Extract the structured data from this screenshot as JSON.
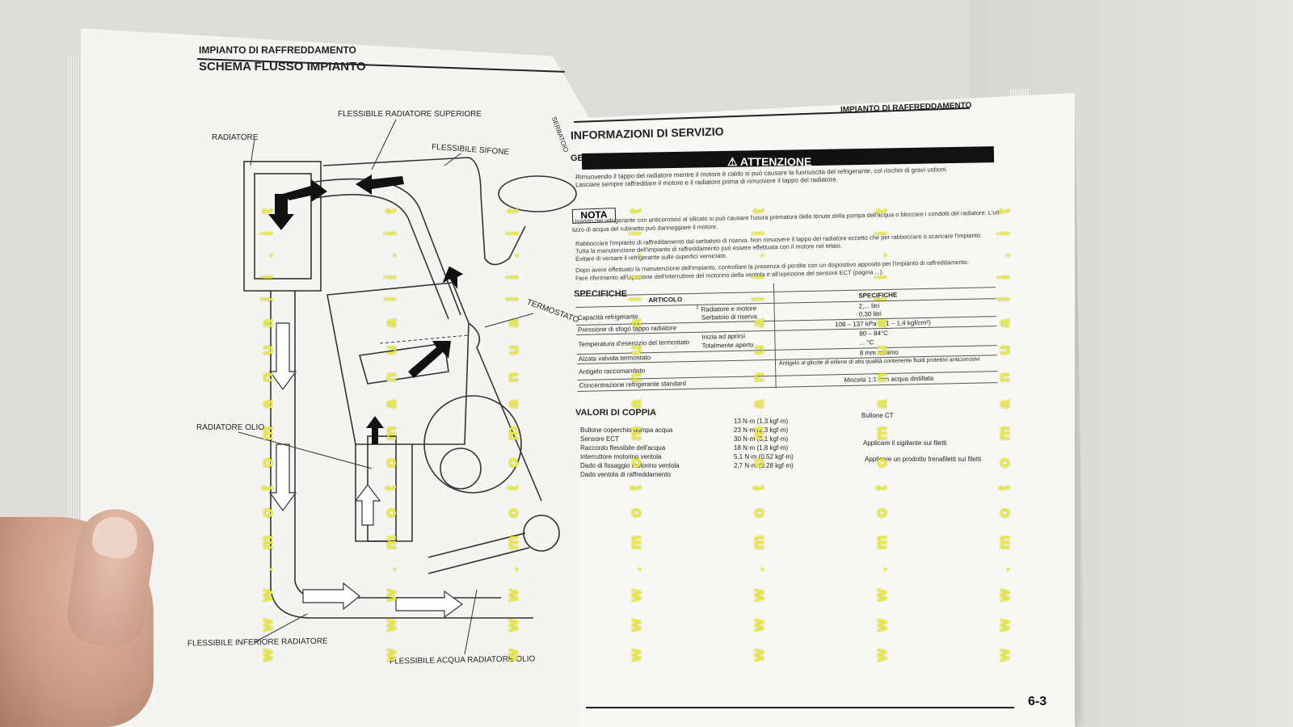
{
  "left_page": {
    "header": "IMPIANTO DI RAFFREDDAMENTO",
    "title": "SCHEMA FLUSSO IMPIANTO",
    "labels": {
      "upper_hose": "FLESSIBILE RADIATORE SUPERIORE",
      "radiator": "RADIATORE",
      "siphon_hose": "FLESSIBILE SIFONE",
      "reserve_tank": "SERBATOIO",
      "thermostat": "TERMOSTATO",
      "oil_radiator": "RADIATORE OLIO",
      "lower_hose": "FLESSIBILE INFERIORE RADIATORE",
      "oil_radiator_hose": "FLESSIBILE ACQUA RADIATORE OLIO"
    }
  },
  "right_page": {
    "header": "IMPIANTO DI RAFFREDDAMENTO",
    "title": "INFORMAZIONI DI SERVIZIO",
    "subtitle": "GENERALI",
    "attention_label": "⚠ ATTENZIONE",
    "attention_lines": [
      "Rimuovendo il tappo del radiatore mentre il motore è caldo si può causare la fuoriuscita del refrigerante, col rischio di gravi ustioni.",
      "Lasciare sempre raffreddare il motore e il radiatore prima di rimuovere il tappo del radiatore."
    ],
    "nota_label": "NOTA",
    "nota_lines": [
      "Usando del refrigerante con anticorrosivi al silicato si può causare l'usura prematura delle tenute della pompa dell'acqua o bloccare i condotti del radiatore. L'uti-",
      "lizzo di acqua del rubinetto può danneggiare il motore.",
      "Rabboccare l'impianto di raffreddamento dal serbatoio di riserva. Non rimuovere il tappo del radiatore eccetto che per rabboccare o scaricare l'impianto.",
      "Tutta la manutenzione dell'impianto di raffreddamento può essere effettuata con il motore nel telaio.",
      "Evitare di versare il refrigerante sulle superfici verniciate.",
      "Dopo avere effettuato la manutenzione dell'impianto, controllare la presenza di perdite con un dispositivo apposito per l'impianto di raffreddamento.",
      "Fare riferimento all'ispezione dell'interruttore del motorino della ventola e all'ispezione del sensore ECT (pagina ...)."
    ],
    "specs_title": "SPECIFICHE",
    "specs_headers": [
      "ARTICOLO",
      "SPECIFICHE"
    ],
    "specs_rows": [
      {
        "item": "Capacità refrigerante",
        "sub": "Radiatore e motore",
        "value": "2,... litri"
      },
      {
        "item": "",
        "sub": "Serbatoio di riserva",
        "value": "0,30 litri"
      },
      {
        "item": "Pressione di sfogo tappo radiatore",
        "sub": "",
        "value": "108 – 137 kPa (1,1 – 1,4 kgf/cm²)"
      },
      {
        "item": "Temperatura d'esercizio del termostato",
        "sub": "Inizia ad aprirsi",
        "value": "80 – 84°C"
      },
      {
        "item": "",
        "sub": "Totalmente aperto",
        "value": "... °C"
      },
      {
        "item": "Alzata valvola termostato",
        "sub": "",
        "value": "8 mm minimo"
      },
      {
        "item": "Antigelo raccomandato",
        "sub": "",
        "value": "Antigelo al glicole di etilene di alta qualità contenente fluidi protettivi anticorrosivi"
      },
      {
        "item": "Concentrazione refrigerante standard",
        "sub": "",
        "value": "Miscela 1:1 con acqua distillata"
      }
    ],
    "torque_title": "VALORI DI COPPIA",
    "torque_rows": [
      {
        "item": "Bullone coperchio pompa acqua",
        "value": "13 N·m (1,3 kgf·m)",
        "note": "Bullone CT"
      },
      {
        "item": "Sensore ECT",
        "value": "23 N·m (2,3 kgf·m)",
        "note": ""
      },
      {
        "item": "Raccordo flessibile dell'acqua",
        "value": "30 N·m (3,1 kgf·m)",
        "note": ""
      },
      {
        "item": "Interruttore motorino ventola",
        "value": "18 N·m (1,8 kgf·m)",
        "note": "Applicare il sigillante sui filetti"
      },
      {
        "item": "Dado di fissaggio motorino ventola",
        "value": "5,1 N·m (0,52 kgf·m)",
        "note": "Applicare un prodotto frenafiletti sui filetti"
      },
      {
        "item": "Dado ventola di raffreddamento",
        "value": "2,7 N·m (0,28 kgf·m)",
        "note": ""
      }
    ],
    "page_number": "6-3"
  },
  "watermark": "w w w . m o t o m a n u a l i . i t"
}
